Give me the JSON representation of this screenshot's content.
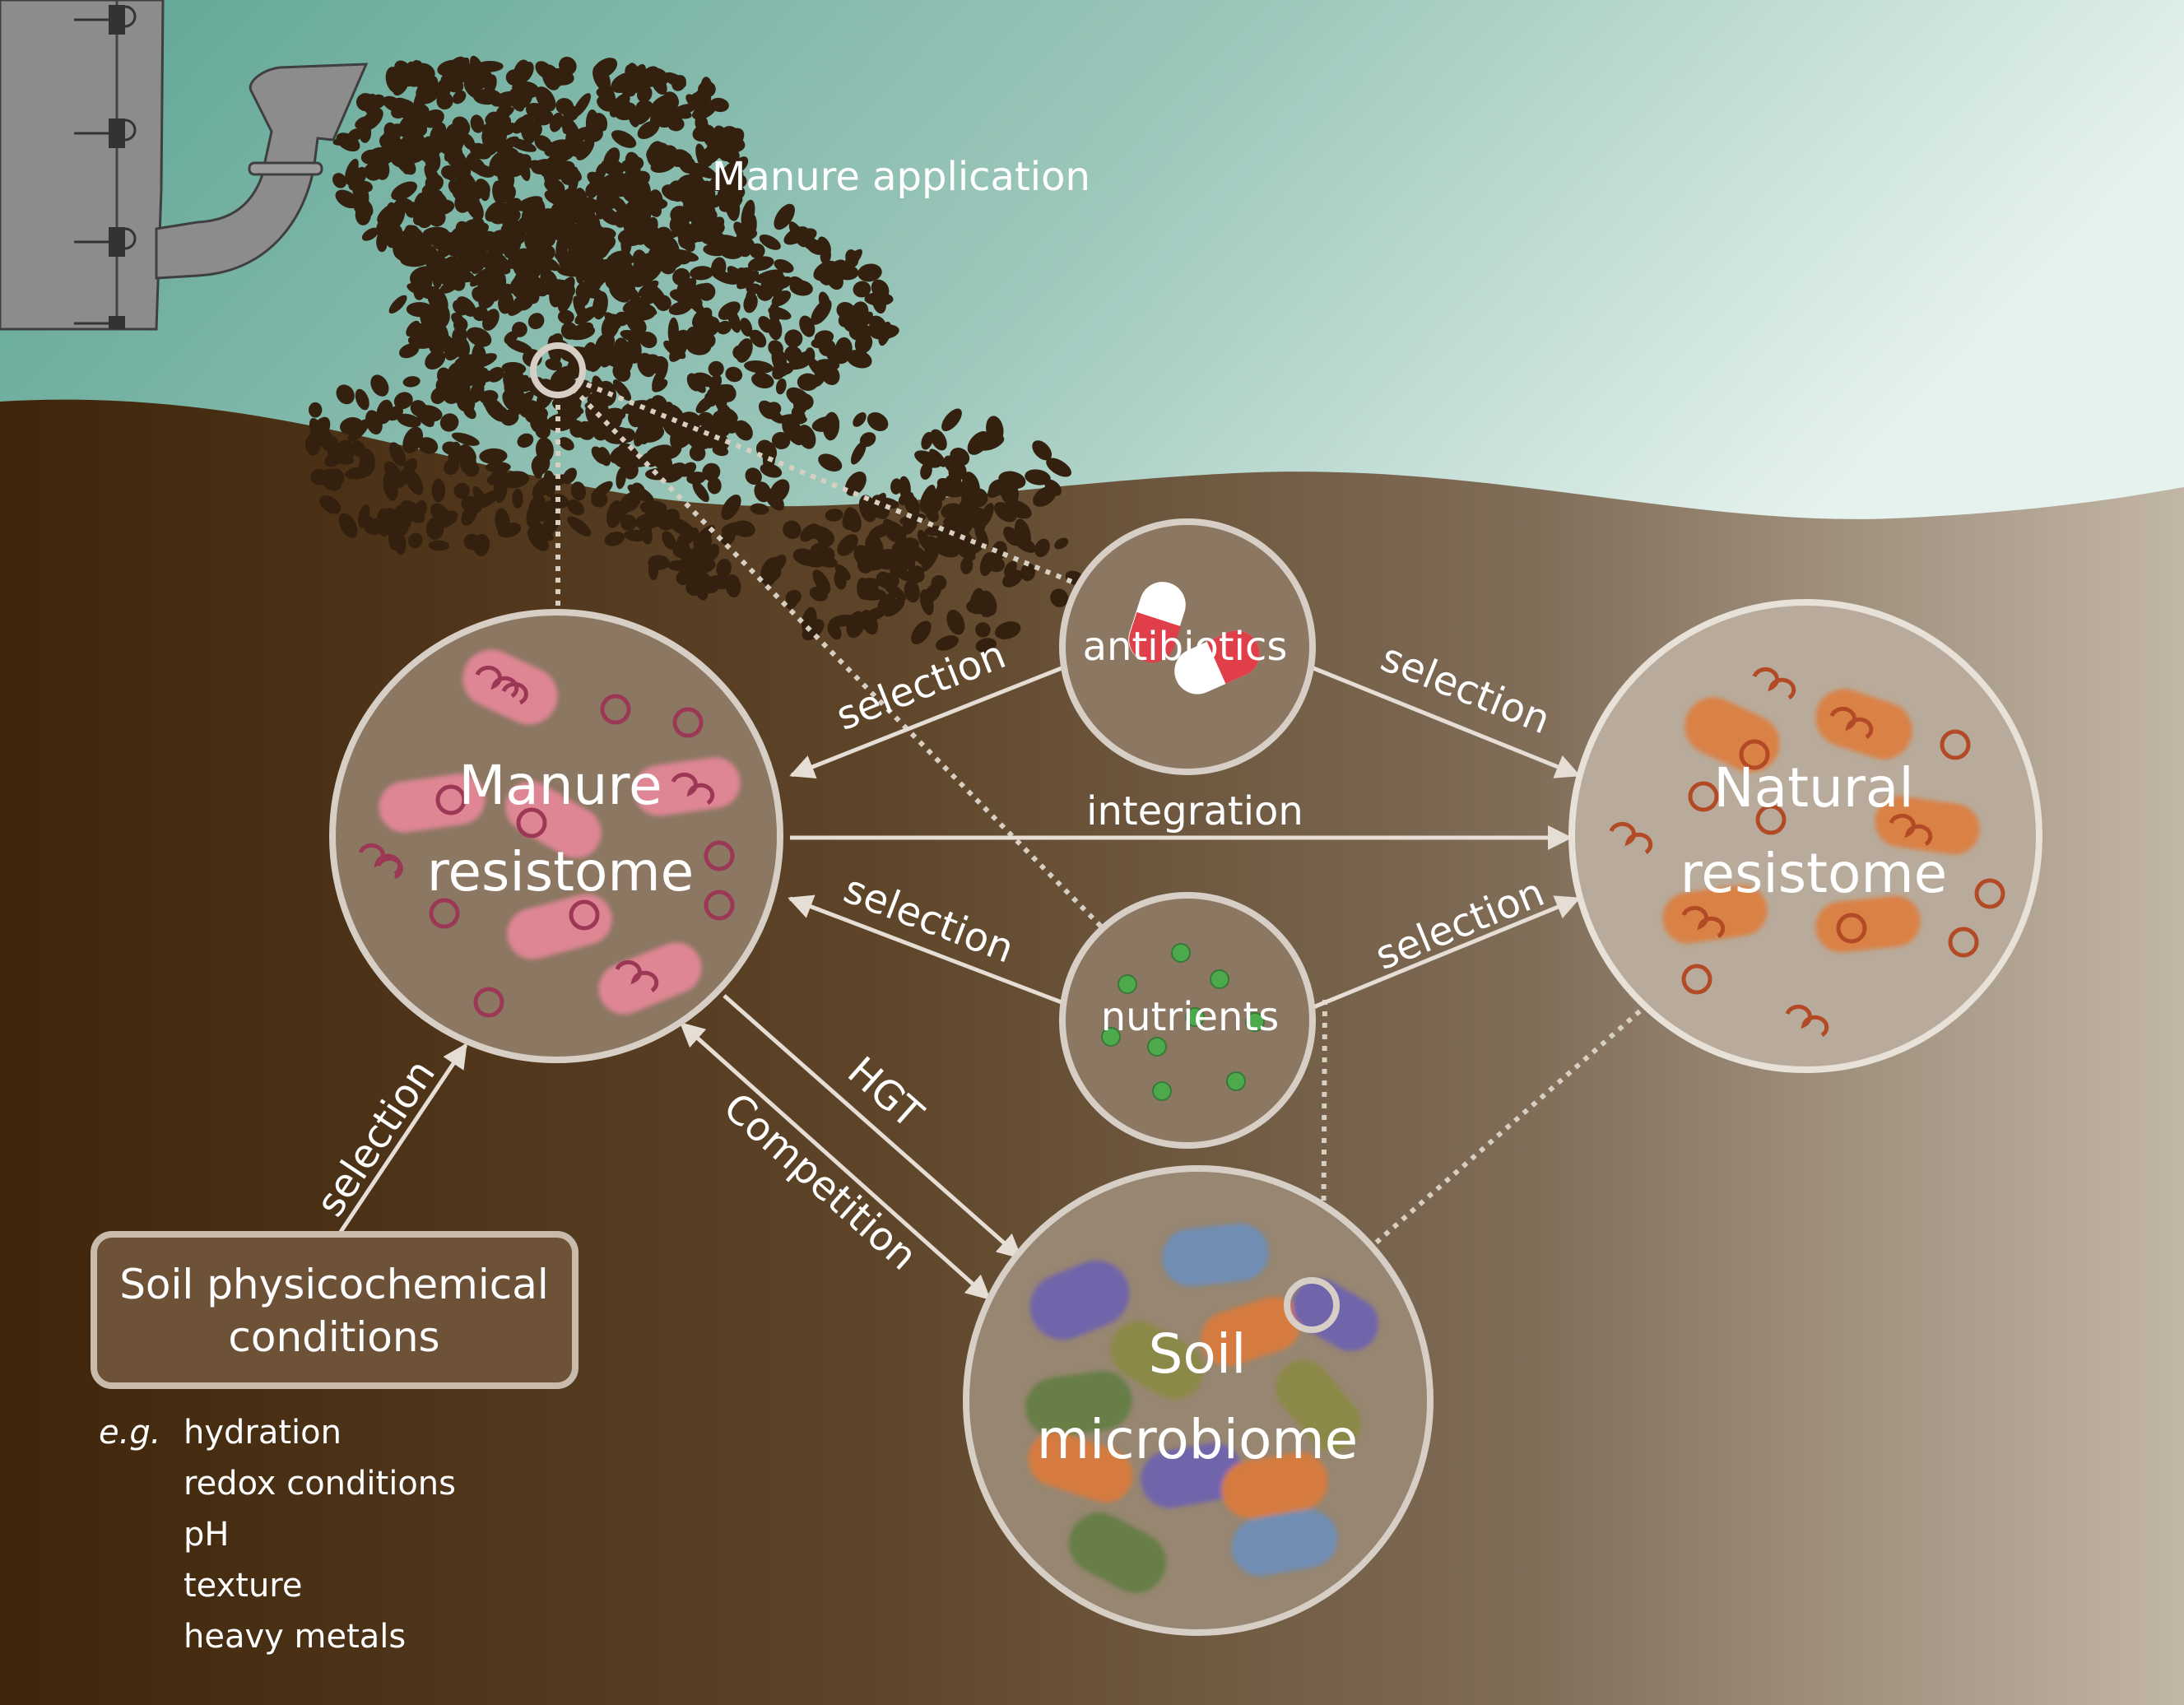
{
  "header": {
    "title": "Manure application"
  },
  "nodes": {
    "manure_resistome": {
      "line1": "Manure",
      "line2": "resistome"
    },
    "natural_resistome": {
      "line1": "Natural",
      "line2": "resistome"
    },
    "soil_microbiome": {
      "line1": "Soil",
      "line2": "microbiome"
    },
    "antibiotics": {
      "label": "antibiotics"
    },
    "nutrients": {
      "label": "nutrients"
    },
    "soil_conditions": {
      "line1": "Soil physicochemical",
      "line2": "conditions"
    }
  },
  "edges": {
    "antibiotics_to_manure": "selection",
    "antibiotics_to_natural": "selection",
    "integration": "integration",
    "nutrients_to_manure": "selection",
    "nutrients_to_natural": "selection",
    "hgt": "HGT",
    "competition": "Competition",
    "conditions_to_manure": "selection"
  },
  "examples": {
    "prefix": "e.g.",
    "items": [
      "hydration",
      "redox conditions",
      "pH",
      "texture",
      "heavy metals"
    ]
  },
  "colors": {
    "sky_left": "#5ea594",
    "sky_right": "#e6f2ee",
    "soil_left": "#3f2509",
    "soil_right": "#c2b6a6",
    "manure": "#33200f",
    "node_border": "#d7cfc5",
    "arrow": "#e6ded5",
    "pill_red": "#e03f4a"
  }
}
